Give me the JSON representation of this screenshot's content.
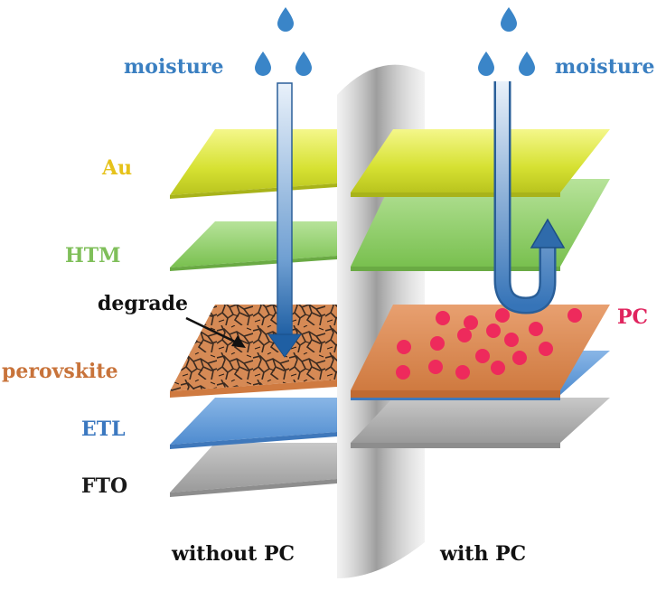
{
  "labels": {
    "moisture_left": "moisture",
    "moisture_right": "moisture",
    "au": "Au",
    "htm": "HTM",
    "degrade": "degrade",
    "perovskite": "perovskite",
    "etl": "ETL",
    "fto": "FTO",
    "pc": "PC",
    "without_pc": "without PC",
    "with_pc": "with PC"
  },
  "colors": {
    "moisture": "#3a7fc1",
    "au_label": "#e6c21a",
    "htm_label": "#7fbf5a",
    "perovskite_label": "#c8733a",
    "etl_label": "#3b78c0",
    "fto_label": "#1a1a1a",
    "pc_label": "#e0245e",
    "au_layer": "#d7e23a",
    "htm_layer": "#8ccf63",
    "perovskite_layer": "#d9884e",
    "etl_layer": "#5b97d6",
    "fto_layer": "#a8a8a8",
    "pc_dot": "#ee2a5c"
  }
}
